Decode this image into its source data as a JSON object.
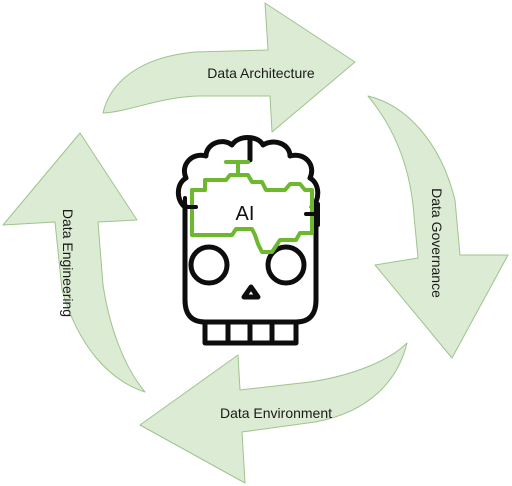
{
  "diagram": {
    "center_label": "AI",
    "cycle": [
      {
        "label": "Data Architecture"
      },
      {
        "label": "Data Governance"
      },
      {
        "label": "Data Environment"
      },
      {
        "label": "Data Engineering"
      }
    ],
    "colors": {
      "arrow_fill": "#dcebd3",
      "arrow_stroke": "#9ec48d",
      "skull_stroke": "#0d0d0d",
      "circuit_stroke": "#6db82f"
    },
    "icons": [
      "skull-icon",
      "brain-icon",
      "circuit-icon"
    ]
  }
}
